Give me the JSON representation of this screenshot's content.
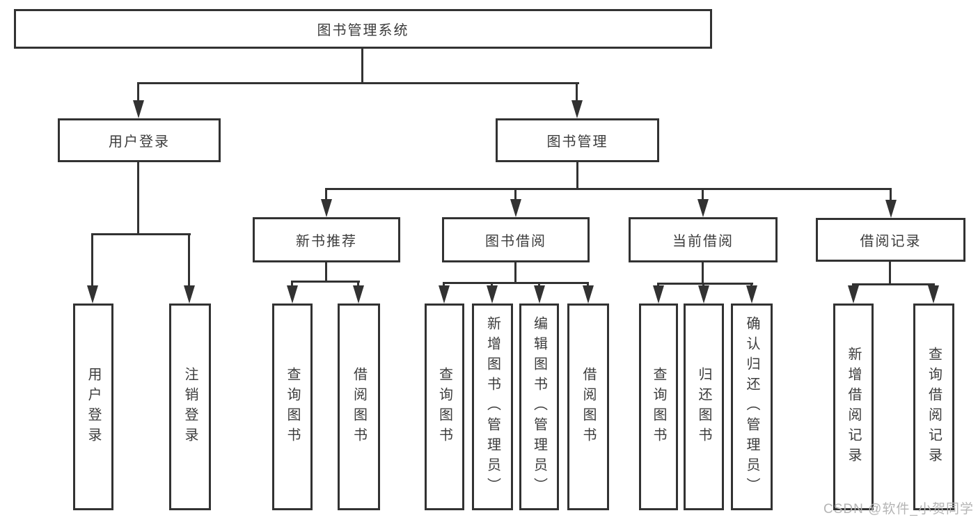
{
  "nodes": {
    "root": {
      "label": "图书管理系统"
    },
    "login": {
      "label": "用户登录"
    },
    "mgmt": {
      "label": "图书管理"
    },
    "recommend": {
      "label": "新书推荐"
    },
    "borrow": {
      "label": "图书借阅"
    },
    "current": {
      "label": "当前借阅"
    },
    "records": {
      "label": "借阅记录"
    },
    "login_user": {
      "label": "用户登录"
    },
    "login_logout": {
      "label": "注销登录"
    },
    "rec_query": {
      "label": "查询图书"
    },
    "rec_borrow": {
      "label": "借阅图书"
    },
    "bor_query": {
      "label": "查询图书"
    },
    "bor_add": {
      "label": "新增图书（管理员）"
    },
    "bor_edit": {
      "label": "编辑图书（管理员）"
    },
    "bor_borrow": {
      "label": "借阅图书"
    },
    "cur_query": {
      "label": "查询图书"
    },
    "cur_return": {
      "label": "归还图书"
    },
    "cur_confirm": {
      "label": "确认归还（管理员）"
    },
    "rec_add": {
      "label": "新增借阅记录"
    },
    "rec_query2": {
      "label": "查询借阅记录"
    }
  },
  "watermark": "CSDN @软件_小贺同学",
  "colors": {
    "line": "#323232",
    "text": "#3c3c3c",
    "watermark_text": "#b4b4b4",
    "background": "#ffffff"
  }
}
